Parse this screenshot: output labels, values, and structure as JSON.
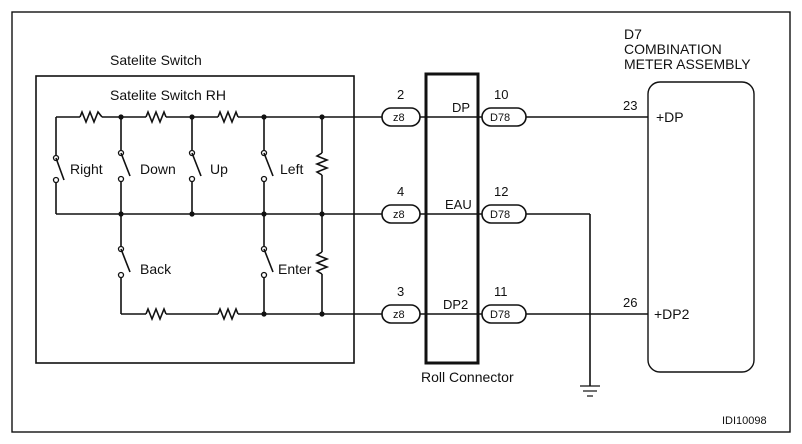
{
  "switch_group": {
    "title": "Satelite Switch",
    "subtitle": "Satelite Switch RH",
    "switches": [
      "Right",
      "Down",
      "Up",
      "Left",
      "Back",
      "Enter"
    ]
  },
  "connectors": {
    "left_code": "z8",
    "right_code": "D78",
    "roll_connector_label": "Roll Connector",
    "lines": [
      {
        "left_pin": "2",
        "signal": "DP",
        "right_pin": "10"
      },
      {
        "left_pin": "4",
        "signal": "EAU",
        "right_pin": "12"
      },
      {
        "left_pin": "3",
        "signal": "DP2",
        "right_pin": "11"
      }
    ]
  },
  "meter": {
    "code": "D7",
    "name_line1": "COMBINATION",
    "name_line2": "METER ASSEMBLY",
    "pins": [
      {
        "pin": "23",
        "label": "+DP"
      },
      {
        "pin": "26",
        "label": "+DP2"
      }
    ]
  },
  "figure_id": "IDI10098"
}
